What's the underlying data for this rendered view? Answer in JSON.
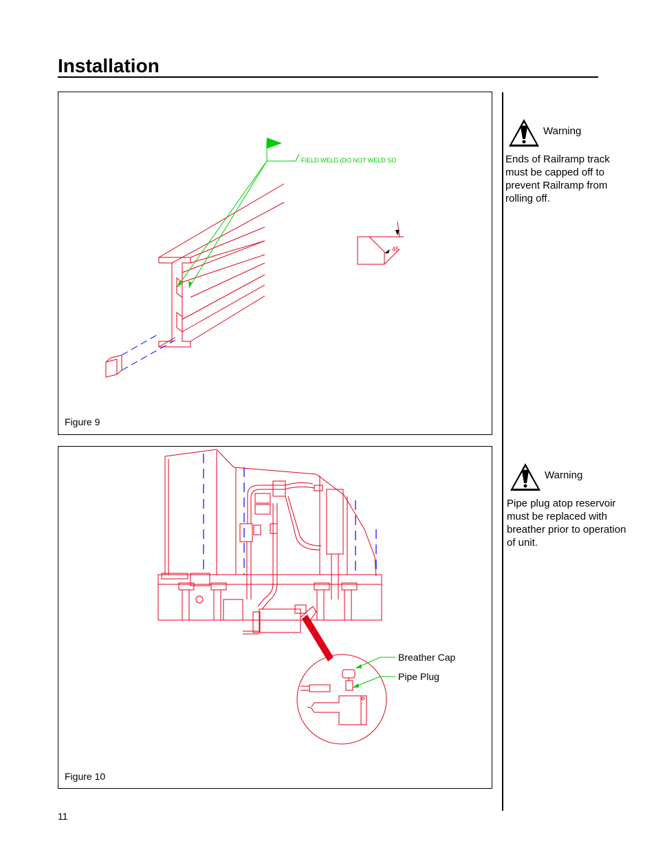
{
  "page": {
    "title": "Installation",
    "page_number": "11"
  },
  "figure9": {
    "caption": "Figure  9",
    "weld_label": "FIELD WELD (DO NOT WELD SO",
    "angle_label": "45"
  },
  "figure10": {
    "caption": "Figure  10",
    "callout_breather": "Breather  Cap",
    "callout_plug": "Pipe  Plug"
  },
  "warnings": [
    {
      "label": "Warning",
      "text": "Ends of Railramp track must be capped off to prevent Railramp from rolling off."
    },
    {
      "label": "Warning",
      "text": "Pipe plug atop reservoir must be replaced with breather prior to operation of unit."
    }
  ],
  "colors": {
    "drawing_red": "#e0001a",
    "callout_green": "#00cc00",
    "hidden_blue": "#0000ff"
  }
}
